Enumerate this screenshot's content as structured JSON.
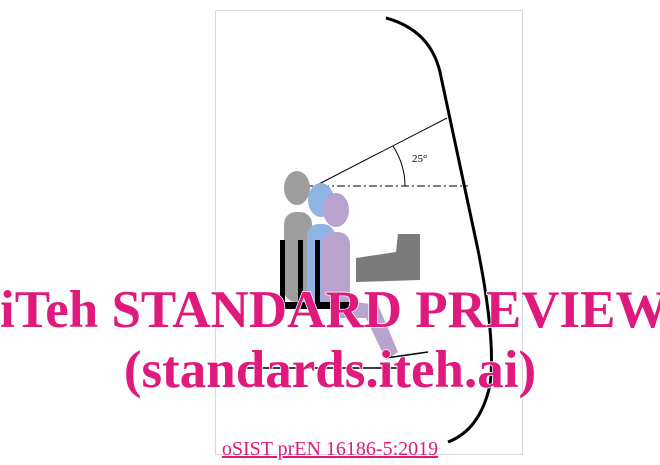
{
  "figure": {
    "angle_label": "25°"
  },
  "watermark": {
    "line1": "iTeh STANDARD PREVIEW",
    "line2": "(standards.iteh.ai)",
    "color": "#e0197d"
  },
  "document_reference": "oSIST prEN 16186-5:2019",
  "colors": {
    "gray_occupant": "#9e9e9e",
    "blue_occupant": "#8fb4e3",
    "purple_occupant": "#b8a3cf",
    "desk": "#7a7a7a",
    "seat": "#000000"
  }
}
